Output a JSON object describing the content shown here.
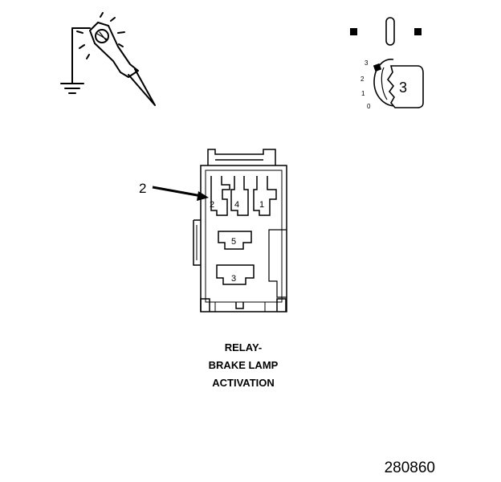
{
  "ignition": {
    "positions": [
      "3",
      "2",
      "1",
      "0"
    ],
    "key_position": "3"
  },
  "relay": {
    "pointer_label": "2",
    "terminals": [
      "2",
      "4",
      "1",
      "5",
      "3"
    ],
    "caption_lines": [
      "RELAY-",
      "BRAKE LAMP",
      "ACTIVATION"
    ]
  },
  "figure_number": "280860"
}
